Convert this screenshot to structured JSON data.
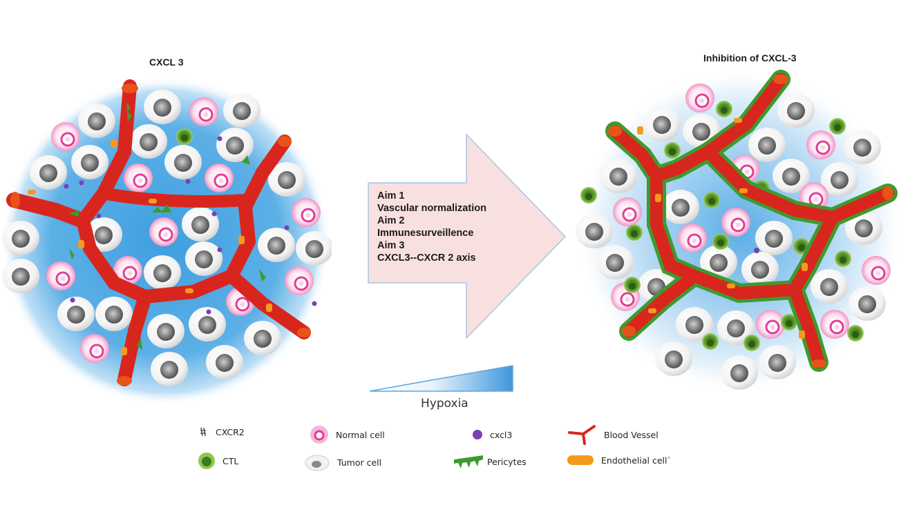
{
  "panels": {
    "left": {
      "title": "CXCL 3"
    },
    "right": {
      "title": "Inhibition of CXCL-3"
    }
  },
  "arrow": {
    "lines": [
      "Aim 1",
      "Vascular normalization",
      "Aim 2",
      "Immunesurveillence",
      "Aim 3",
      "CXCL3--CXCR 2 axis"
    ]
  },
  "gradient": {
    "label": "Hypoxia"
  },
  "legend": [
    {
      "label": "CXCR2",
      "icon": "cxcr2-receptor-icon"
    },
    {
      "label": "CTL",
      "icon": "ctl-cell-icon"
    },
    {
      "label": "Normal cell",
      "icon": "normal-cell-icon"
    },
    {
      "label": "Tumor cell",
      "icon": "tumor-cell-icon"
    },
    {
      "label": "cxcl3",
      "icon": "cxcl3-dot-icon"
    },
    {
      "label": "Pericytes",
      "icon": "pericyte-icon"
    },
    {
      "label": "Blood Vessel",
      "icon": "blood-vessel-icon"
    },
    {
      "label": "Endothelial cell`",
      "icon": "endothelial-cell-icon"
    }
  ],
  "colors": {
    "vessel": "#d8261f",
    "vessel_end": "#e8531a",
    "pericyte": "#3f9a2e",
    "endothelial": "#f59a1e",
    "normal_cell": "#e8399a",
    "ctl": "#7fc241",
    "cxcl3": "#7a3fb5",
    "tumor_bg": "#4aa8e0",
    "arrow_fill": "#f8e0e0",
    "arrow_stroke": "#a9c4e0",
    "hypoxia": "#3f97dc"
  }
}
